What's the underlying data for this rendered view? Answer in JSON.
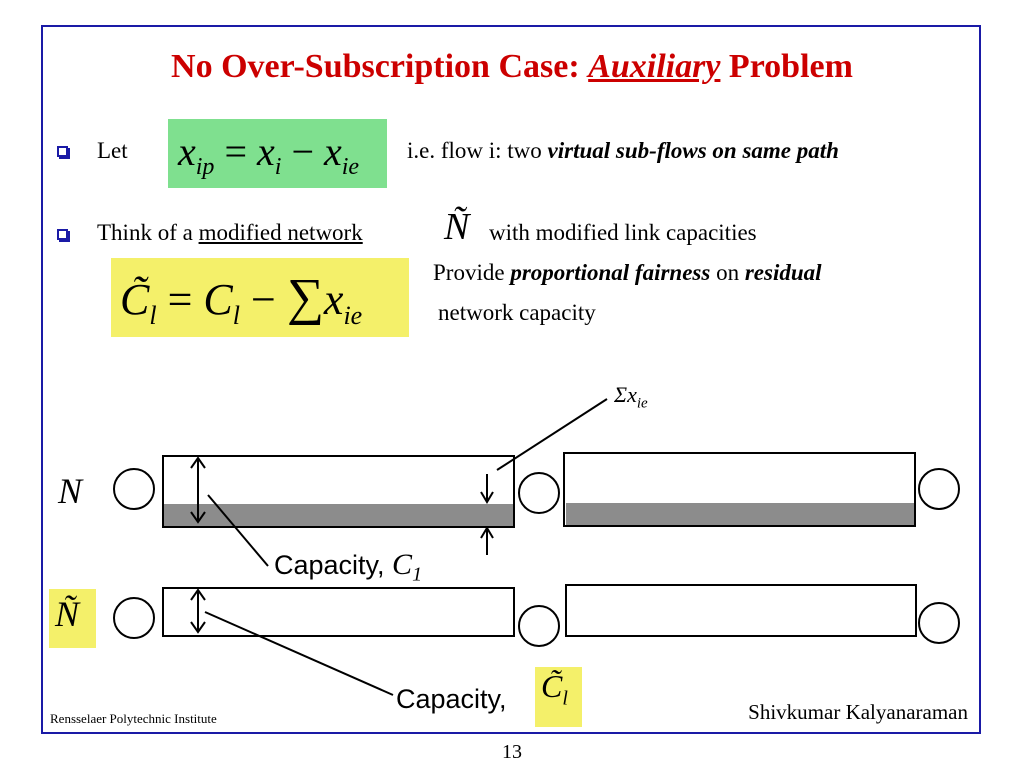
{
  "slide": {
    "title_part1": "No Over-Subscription Case: ",
    "title_part2": "Auxiliary",
    "title_part3": " Problem",
    "page_number": "13",
    "footer_left": "Rensselaer Polytechnic Institute",
    "footer_right": "Shivkumar Kalyanaraman"
  },
  "bullets": [
    {
      "lead": "Let",
      "equation": "x_ip = x_i − x_ie",
      "note_plain": "i.e. flow i: two ",
      "note_emph": "virtual sub-flows on same path"
    },
    {
      "lead": "Think of a ",
      "lead_underlined": "modified network",
      "symbol": "Ñ",
      "tail": "with modified link capacities",
      "equation": "C̃_l = C_l − Σ x_ie",
      "provide_1": "Provide ",
      "provide_emph": "proportional fairness",
      "provide_2": " on ",
      "provide_emph2": "residual",
      "provide_3": "network capacity"
    }
  ],
  "diagram": {
    "label_top_network": "N",
    "label_bottom_network": "Ñ",
    "sum_label": "Σx",
    "sum_label_sub": "ie",
    "capacity_label_1": "Capacity, ",
    "capacity_sym_1": "C",
    "capacity_sub_1": "1",
    "capacity_label_2": "Capacity, ",
    "capacity_sym_2": "C̃",
    "capacity_sub_2": "l",
    "colors": {
      "reserved_fill": "#8c8c8c",
      "frame": "#1a1aa6",
      "title": "#cc0000",
      "green": "#7fe08f",
      "yellow": "#f4f06a"
    }
  }
}
